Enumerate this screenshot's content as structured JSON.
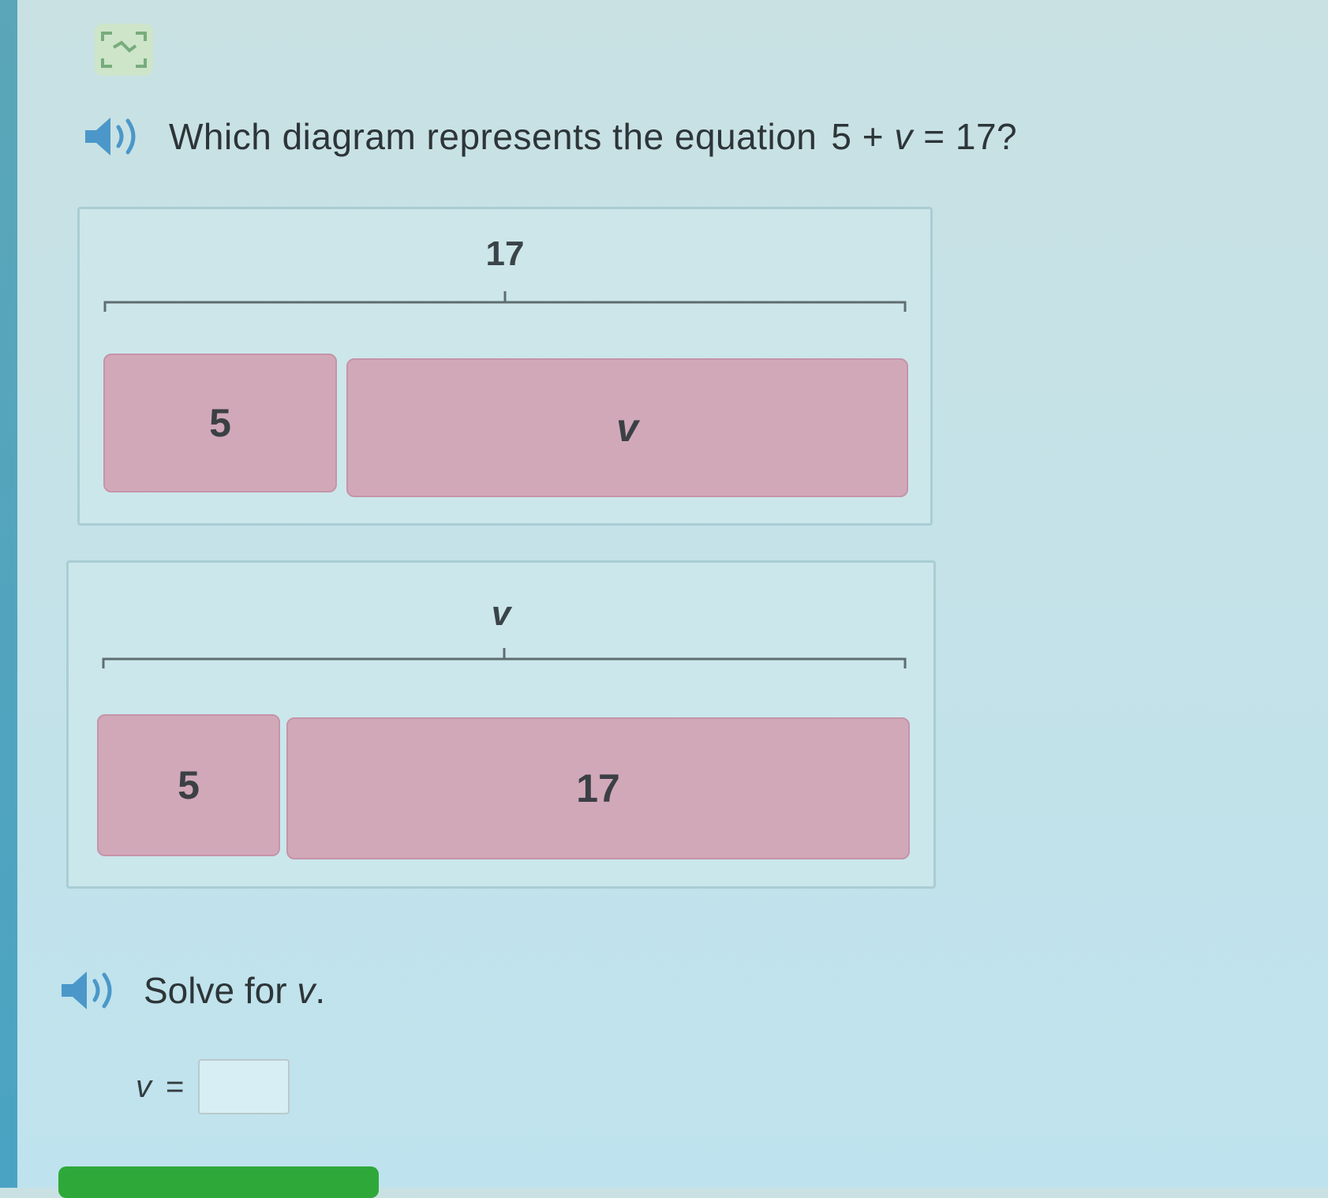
{
  "question": {
    "text": "Which diagram represents the equation",
    "equation": {
      "left": "5",
      "plus": "+",
      "variable": "v",
      "equals": "=",
      "right": "17",
      "question_mark": "?"
    }
  },
  "choices": [
    {
      "top_label": "17",
      "left_bar": "5",
      "right_bar": "v"
    },
    {
      "top_label": "v",
      "left_bar": "5",
      "right_bar": "17"
    }
  ],
  "solve": {
    "prefix": "Solve for",
    "variable": "v",
    "suffix": "."
  },
  "answer": {
    "variable": "v",
    "equals": "=",
    "value": ""
  },
  "colors": {
    "bar_fill": "#d1a8b8",
    "speaker": "#4b97c9",
    "submit": "#2fa83a"
  },
  "icons": {
    "scan": "scan-icon",
    "speaker": "speaker-icon"
  }
}
